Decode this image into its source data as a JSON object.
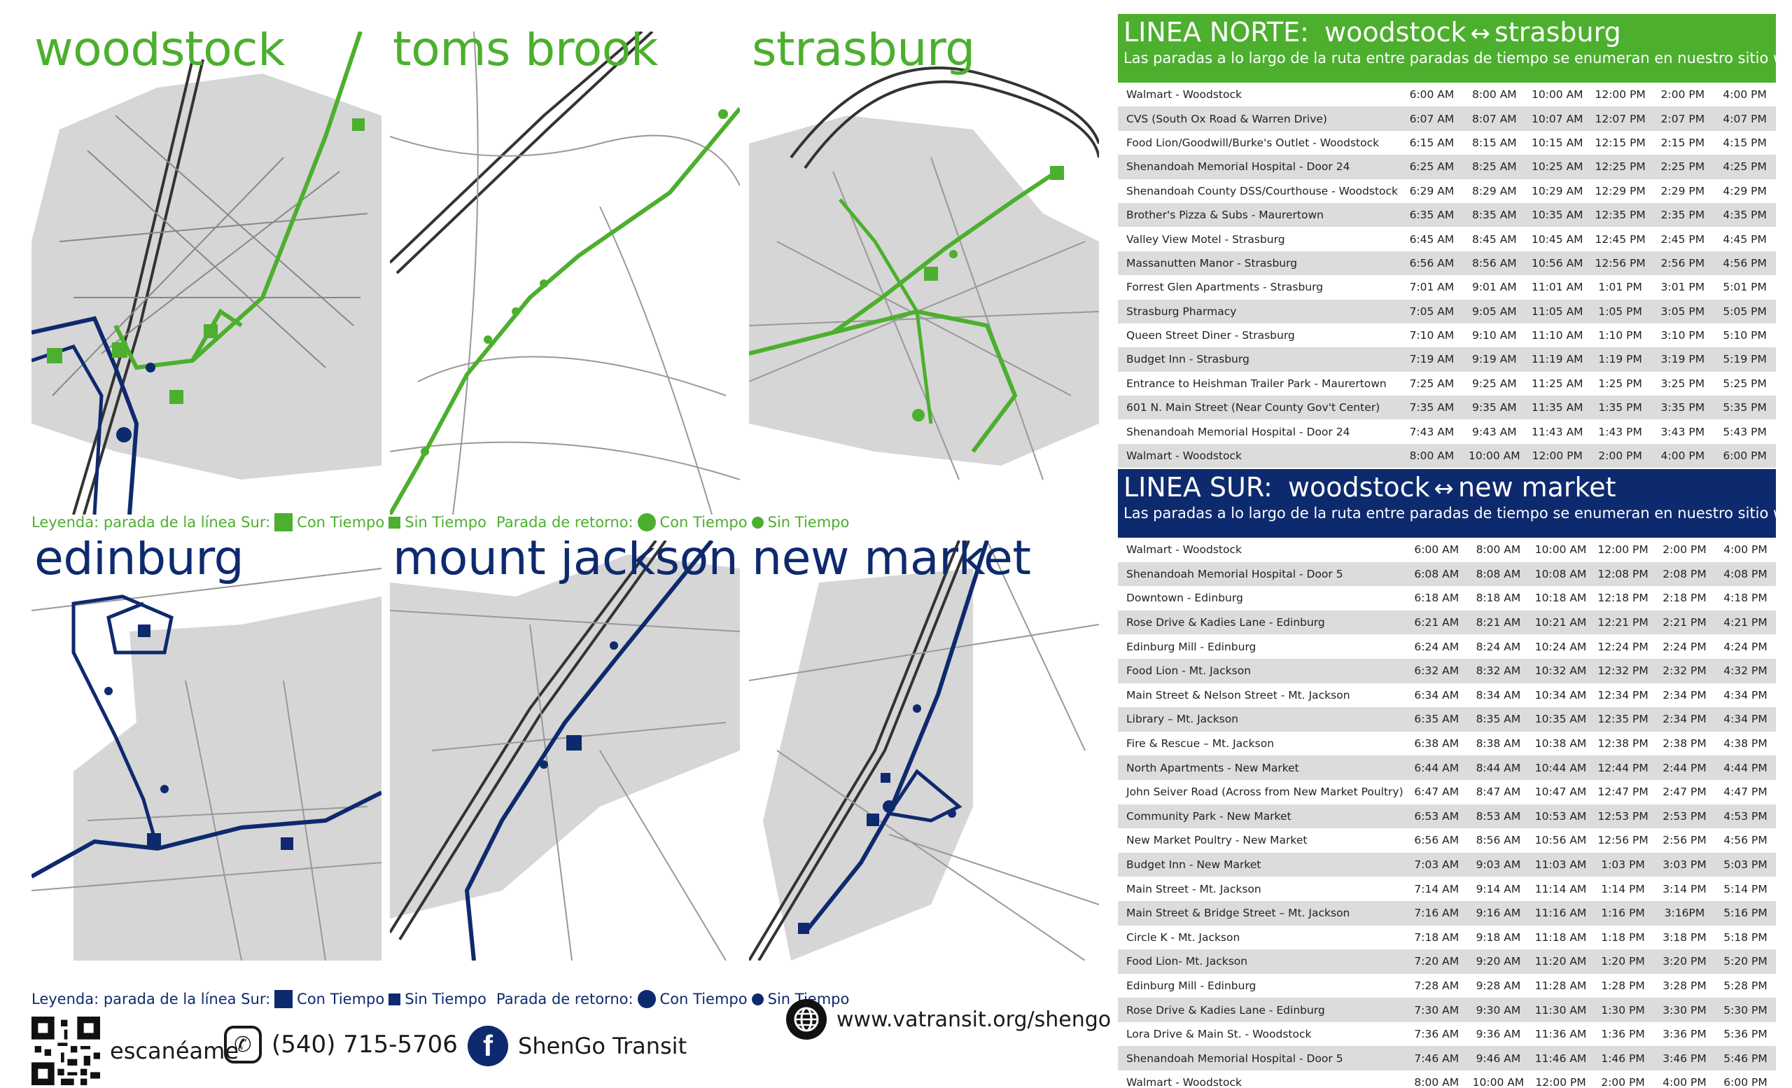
{
  "maps": {
    "top": [
      {
        "name": "woodstock"
      },
      {
        "name": "toms brook"
      },
      {
        "name": "strasburg"
      }
    ],
    "bottom": [
      {
        "name": "edinburg"
      },
      {
        "name": "mount jackson"
      },
      {
        "name": "new market"
      }
    ]
  },
  "legend_top": {
    "label": "Leyenda: parada de la línea Sur:",
    "timed": "Con Tiempo",
    "untimed": "Sin Tiempo",
    "return_label": "Parada de retorno:",
    "return_timed": "Con Tiempo",
    "return_untimed": "Sin Tiempo"
  },
  "legend_bottom": {
    "label": "Leyenda: parada de la línea Sur:",
    "timed": "Con Tiempo",
    "untimed": "Sin Tiempo",
    "return_label": "Parada de retorno:",
    "return_timed": "Con Tiempo",
    "return_untimed": "Sin Tiempo"
  },
  "north": {
    "line_label": "LINEA NORTE:",
    "from": "woodstock",
    "to": "strasburg",
    "subtitle": "Las paradas a lo largo de la ruta entre paradas de tiempo se enumeran en nuestro sitio web.",
    "rows": [
      [
        "Walmart - Woodstock",
        "6:00 AM",
        "8:00 AM",
        "10:00 AM",
        "12:00 PM",
        "2:00 PM",
        "4:00 PM"
      ],
      [
        "CVS (South Ox Road & Warren Drive)",
        "6:07 AM",
        "8:07 AM",
        "10:07 AM",
        "12:07 PM",
        "2:07 PM",
        "4:07 PM"
      ],
      [
        "Food Lion/Goodwill/Burke's Outlet - Woodstock",
        "6:15 AM",
        "8:15 AM",
        "10:15 AM",
        "12:15 PM",
        "2:15 PM",
        "4:15 PM"
      ],
      [
        "Shenandoah Memorial Hospital - Door 24",
        "6:25 AM",
        "8:25 AM",
        "10:25 AM",
        "12:25 PM",
        "2:25 PM",
        "4:25 PM"
      ],
      [
        "Shenandoah County DSS/Courthouse - Woodstock",
        "6:29 AM",
        "8:29 AM",
        "10:29 AM",
        "12:29 PM",
        "2:29 PM",
        "4:29 PM"
      ],
      [
        "Brother's Pizza & Subs - Maurertown",
        "6:35 AM",
        "8:35 AM",
        "10:35 AM",
        "12:35 PM",
        "2:35 PM",
        "4:35 PM"
      ],
      [
        "Valley View Motel - Strasburg",
        "6:45 AM",
        "8:45 AM",
        "10:45 AM",
        "12:45 PM",
        "2:45 PM",
        "4:45 PM"
      ],
      [
        "Massanutten Manor - Strasburg",
        "6:56 AM",
        "8:56 AM",
        "10:56 AM",
        "12:56 PM",
        "2:56 PM",
        "4:56 PM"
      ],
      [
        "Forrest Glen Apartments - Strasburg",
        "7:01 AM",
        "9:01 AM",
        "11:01 AM",
        "1:01 PM",
        "3:01 PM",
        "5:01 PM"
      ],
      [
        "Strasburg Pharmacy",
        "7:05 AM",
        "9:05 AM",
        "11:05 AM",
        "1:05 PM",
        "3:05 PM",
        "5:05 PM"
      ],
      [
        "Queen Street Diner - Strasburg",
        "7:10 AM",
        "9:10 AM",
        "11:10 AM",
        "1:10 PM",
        "3:10 PM",
        "5:10 PM"
      ],
      [
        "Budget Inn - Strasburg",
        "7:19 AM",
        "9:19 AM",
        "11:19 AM",
        "1:19 PM",
        "3:19 PM",
        "5:19 PM"
      ],
      [
        "Entrance to Heishman Trailer Park - Maurertown",
        "7:25 AM",
        "9:25 AM",
        "11:25 AM",
        "1:25 PM",
        "3:25 PM",
        "5:25 PM"
      ],
      [
        "601 N. Main Street (Near County Gov't Center)",
        "7:35 AM",
        "9:35 AM",
        "11:35 AM",
        "1:35 PM",
        "3:35 PM",
        "5:35 PM"
      ],
      [
        "Shenandoah Memorial Hospital - Door 24",
        "7:43 AM",
        "9:43 AM",
        "11:43 AM",
        "1:43 PM",
        "3:43 PM",
        "5:43 PM"
      ],
      [
        "Walmart - Woodstock",
        "8:00 AM",
        "10:00 AM",
        "12:00 PM",
        "2:00 PM",
        "4:00 PM",
        "6:00 PM"
      ]
    ]
  },
  "south": {
    "line_label": "LINEA SUR:",
    "from": "woodstock",
    "to": "new market",
    "subtitle": "Las paradas a lo largo de la ruta entre paradas de tiempo se enumeran en nuestro sitio web.",
    "rows": [
      [
        "Walmart - Woodstock",
        "6:00 AM",
        "8:00 AM",
        "10:00 AM",
        "12:00 PM",
        "2:00 PM",
        "4:00 PM"
      ],
      [
        "Shenandoah Memorial Hospital - Door 5",
        "6:08 AM",
        "8:08 AM",
        "10:08 AM",
        "12:08 PM",
        "2:08 PM",
        "4:08 PM"
      ],
      [
        "Downtown - Edinburg",
        "6:18 AM",
        "8:18 AM",
        "10:18 AM",
        "12:18 PM",
        "2:18 PM",
        "4:18 PM"
      ],
      [
        "Rose Drive & Kadies Lane - Edinburg",
        "6:21 AM",
        "8:21 AM",
        "10:21 AM",
        "12:21 PM",
        "2:21 PM",
        "4:21 PM"
      ],
      [
        "Edinburg Mill - Edinburg",
        "6:24 AM",
        "8:24 AM",
        "10:24 AM",
        "12:24 PM",
        "2:24 PM",
        "4:24 PM"
      ],
      [
        "Food Lion - Mt. Jackson",
        "6:32 AM",
        "8:32 AM",
        "10:32 AM",
        "12:32 PM",
        "2:32 PM",
        "4:32 PM"
      ],
      [
        "Main Street & Nelson Street - Mt. Jackson",
        "6:34 AM",
        "8:34 AM",
        "10:34 AM",
        "12:34 PM",
        "2:34 PM",
        "4:34 PM"
      ],
      [
        "Library – Mt. Jackson",
        "6:35 AM",
        "8:35 AM",
        "10:35 AM",
        "12:35 PM",
        "2:34 PM",
        "4:34 PM"
      ],
      [
        "Fire & Rescue – Mt. Jackson",
        "6:38 AM",
        "8:38 AM",
        "10:38 AM",
        "12:38 PM",
        "2:38 PM",
        "4:38 PM"
      ],
      [
        "North Apartments - New Market",
        "6:44 AM",
        "8:44 AM",
        "10:44 AM",
        "12:44 PM",
        "2:44 PM",
        "4:44 PM"
      ],
      [
        "John Seiver Road (Across from New Market Poultry)",
        "6:47 AM",
        "8:47 AM",
        "10:47 AM",
        "12:47 PM",
        "2:47 PM",
        "4:47 PM"
      ],
      [
        "Community Park - New Market",
        "6:53 AM",
        "8:53 AM",
        "10:53 AM",
        "12:53 PM",
        "2:53 PM",
        "4:53 PM"
      ],
      [
        "New Market Poultry - New Market",
        "6:56 AM",
        "8:56 AM",
        "10:56 AM",
        "12:56 PM",
        "2:56 PM",
        "4:56 PM"
      ],
      [
        "Budget Inn - New Market",
        "7:03 AM",
        "9:03 AM",
        "11:03 AM",
        "1:03 PM",
        "3:03 PM",
        "5:03 PM"
      ],
      [
        "Main Street - Mt. Jackson",
        "7:14 AM",
        "9:14 AM",
        "11:14 AM",
        "1:14 PM",
        "3:14 PM",
        "5:14 PM"
      ],
      [
        "Main Street & Bridge Street – Mt. Jackson",
        "7:16 AM",
        "9:16 AM",
        "11:16 AM",
        "1:16 PM",
        "3:16PM",
        "5:16 PM"
      ],
      [
        "Circle K - Mt. Jackson",
        "7:18 AM",
        "9:18 AM",
        "11:18 AM",
        "1:18 PM",
        "3:18 PM",
        "5:18 PM"
      ],
      [
        "Food Lion- Mt. Jackson",
        "7:20 AM",
        "9:20 AM",
        "11:20 AM",
        "1:20 PM",
        "3:20 PM",
        "5:20 PM"
      ],
      [
        "Edinburg Mill - Edinburg",
        "7:28 AM",
        "9:28 AM",
        "11:28 AM",
        "1:28 PM",
        "3:28 PM",
        "5:28 PM"
      ],
      [
        "Rose Drive & Kadies Lane - Edinburg",
        "7:30 AM",
        "9:30 AM",
        "11:30 AM",
        "1:30 PM",
        "3:30 PM",
        "5:30 PM"
      ],
      [
        "Lora Drive & Main St. - Woodstock",
        "7:36 AM",
        "9:36 AM",
        "11:36 AM",
        "1:36 PM",
        "3:36 PM",
        "5:36 PM"
      ],
      [
        "Shenandoah Memorial Hospital - Door 5",
        "7:46 AM",
        "9:46 AM",
        "11:46 AM",
        "1:46 PM",
        "3:46 PM",
        "5:46 PM"
      ],
      [
        "Walmart - Woodstock",
        "8:00 AM",
        "10:00 AM",
        "12:00 PM",
        "2:00 PM",
        "4:00 PM",
        "6:00 PM"
      ]
    ]
  },
  "footer": {
    "scan_label": "escanéame",
    "phone": "(540) 715-5706",
    "social": "ShenGo Transit",
    "website": "www.vatransit.org/shengo"
  },
  "colors": {
    "north_green": "#4caf2e",
    "south_navy": "#0e2a6e",
    "map_gray": "#d6d6d6"
  },
  "icons": {
    "phone": "phone-icon",
    "facebook": "facebook-icon",
    "globe": "globe-icon",
    "qr": "qr-code-icon"
  }
}
